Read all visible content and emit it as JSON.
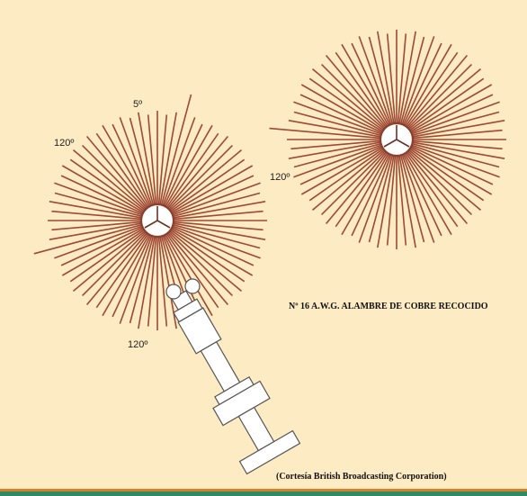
{
  "colors": {
    "background": "#FCEBC3",
    "ray": "#9E4A35",
    "hub_stroke": "#8A3F2D",
    "bar_orange": "#D5802C",
    "bar_green": "#2E8B64"
  },
  "left_screen": {
    "label_top": "5º",
    "label_upper_left": "120º",
    "label_bottom": "120º"
  },
  "right_screen": {
    "label_left": "120º"
  },
  "captions": {
    "wire": "Nº 16 A.W.G. ALAMBRE DE COBRE RECOCIDO",
    "credit": "(Cortesía British Broadcasting Corporation)"
  }
}
